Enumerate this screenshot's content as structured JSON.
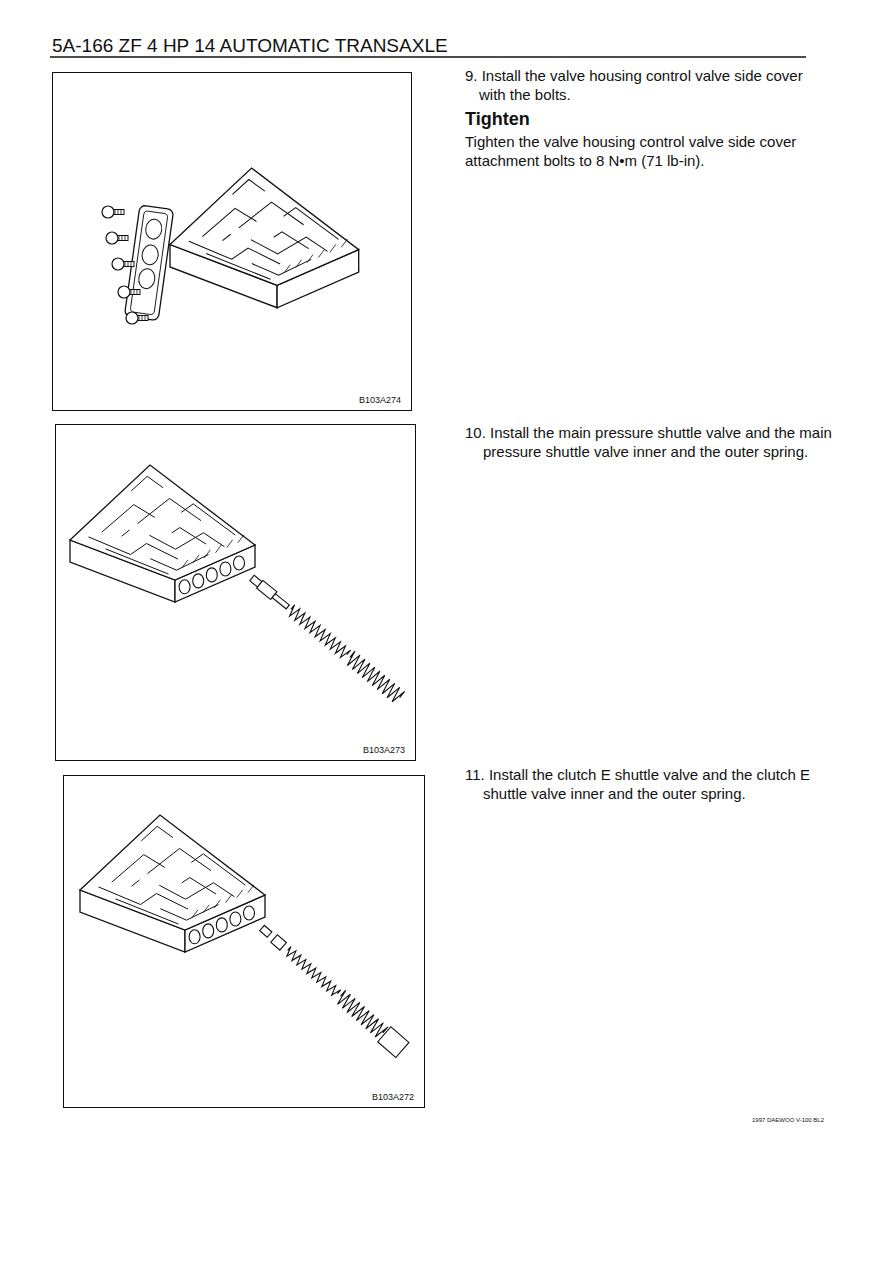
{
  "diagram": {
    "title": "5A-166 ZF 4 HP 14 AUTOMATIC TRANSAXLE",
    "nodes": [
      {
        "text": [
          "B103A274"
        ]
      },
      {
        "text": [
          "B103A273"
        ]
      },
      {
        "text": [
          "B103A272"
        ]
      }
    ],
    "labels": [
      "9. Install the valve housing control valve side cover with the bolts.",
      "Tighten",
      "Tighten the valve housing control valve side cover attachment bolts to 8 N•m (71 lb-in).",
      "10. Install the main pressure shuttle valve and the main pressure shuttle valve inner and the outer spring.",
      "11. Install the clutch E shuttle valve and the clutch E shuttle valve inner and the outer spring.",
      "1997 DAEWOO V-100 BL2"
    ]
  }
}
